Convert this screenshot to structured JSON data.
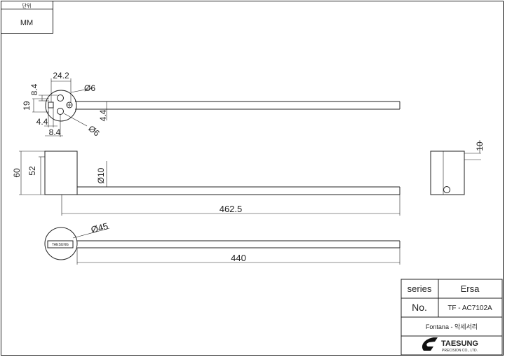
{
  "unit_box": {
    "label": "단위",
    "value": "MM"
  },
  "dimensions": {
    "d24_2": "24.2",
    "d8_4_top": "8.4",
    "d19": "19",
    "dia6_top": "Ø6",
    "dia6_bottom": "Ø6",
    "d4_4_right": "4.4",
    "d4_4_left": "4.4",
    "d8_4_bottom": "8.4",
    "d60": "60",
    "d52": "52",
    "dia10": "Ø10",
    "d462_5": "462.5",
    "dia45": "Ø45",
    "d440": "440",
    "d10": "10"
  },
  "title_block": {
    "series_label": "series",
    "series_value": "Ersa",
    "no_label": "No.",
    "no_value": "TF - AC7102A",
    "description": "Fontana - 악세서리",
    "brand": "TAESUNG",
    "brand_sub": "PRECISION CO., LTD."
  },
  "colors": {
    "line": "#222222",
    "paper": "#ffffff"
  }
}
